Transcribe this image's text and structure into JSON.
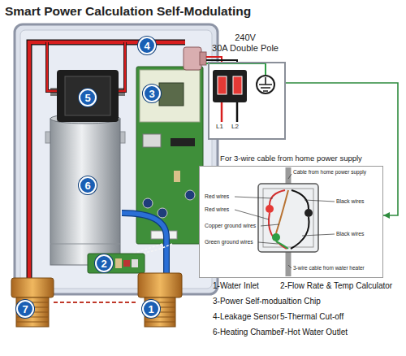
{
  "diagram": {
    "title": "Smart Power Calculation Self-Modulating",
    "nodes": [
      {
        "text": [
          "4"
        ]
      },
      {
        "text": [
          "240V",
          "30A Double Pole"
        ]
      },
      {
        "text": [
          "3"
        ]
      },
      {
        "text": [
          "5"
        ]
      },
      {
        "text": [
          "For 3-wire cable from home power supply"
        ]
      },
      {
        "text": [
          "6"
        ]
      },
      {
        "text": [
          "2"
        ]
      },
      {
        "text": [
          "7"
        ]
      },
      {
        "text": [
          "1"
        ]
      }
    ],
    "edges": [
      {
        "from": 1,
        "to": 4,
        "arrow": "to"
      }
    ],
    "labels": [
      "L1",
      "L2",
      "Cable from home power supply",
      "Red wires",
      "Red wires",
      "Black wires",
      "Copper ground wires",
      "Black wires",
      "Green ground wires",
      "3-wire cable from water heater",
      "1-Water Inlet",
      "2-Flow Rate & Temp Calculator",
      "3-Power Self-modualtion Chip",
      "4-Leakage Sensor",
      "5-Thermal Cut-off",
      "6-Heating Chamber",
      "7-Hot Water Outlet"
    ]
  }
}
